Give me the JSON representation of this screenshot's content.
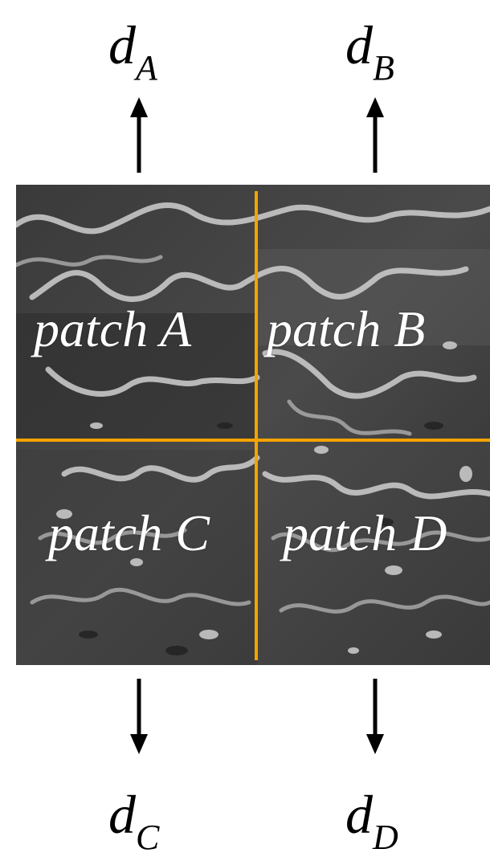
{
  "labels": {
    "d_a": {
      "main": "d",
      "sub": "A"
    },
    "d_b": {
      "main": "d",
      "sub": "B"
    },
    "d_c": {
      "main": "d",
      "sub": "C"
    },
    "d_d": {
      "main": "d",
      "sub": "D"
    }
  },
  "patches": {
    "a": "patch  A",
    "b": "patch  B",
    "c": "patch  C",
    "d": "patch  D"
  },
  "colors": {
    "divider": "#f5a300",
    "arrow": "#000000"
  }
}
